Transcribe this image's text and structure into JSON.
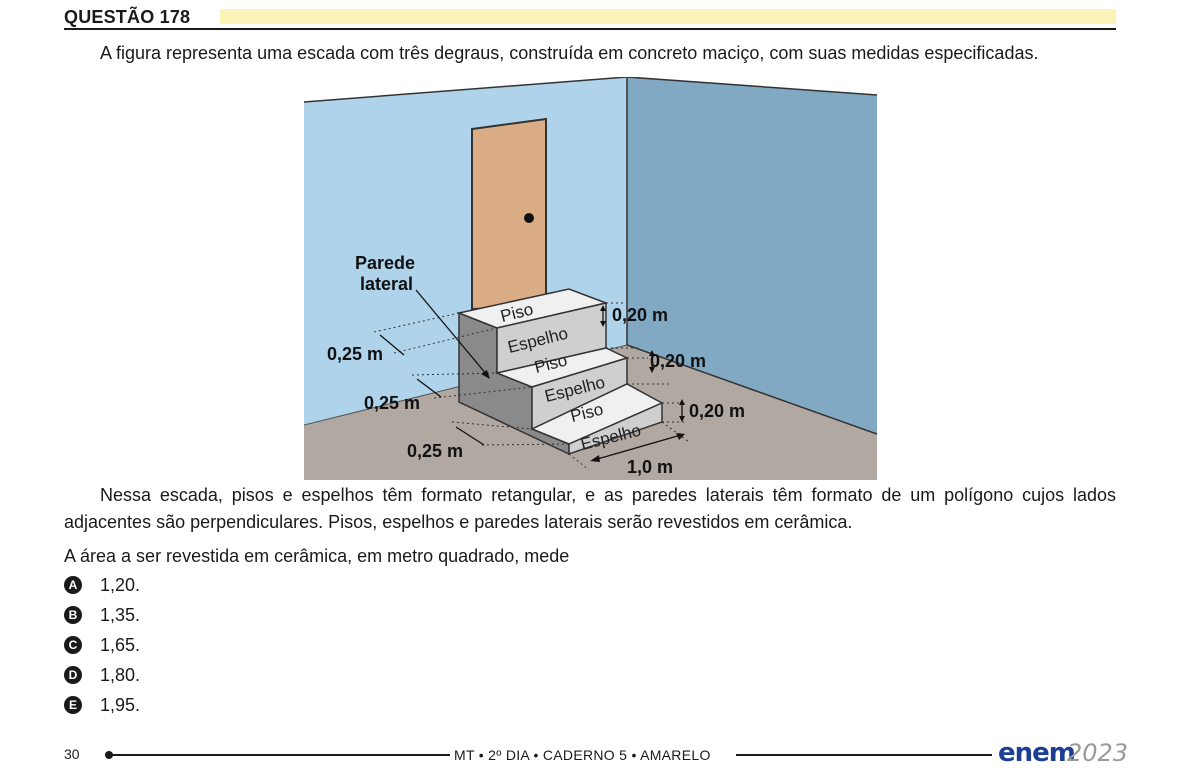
{
  "question": {
    "label": "QUESTÃO 178"
  },
  "intro": "A figura representa uma escada com três degraus, construída em concreto maciço, com suas medidas especificadas.",
  "figure": {
    "wall_label_line1": "Parede",
    "wall_label_line2": "lateral",
    "piso": "Piso",
    "espelho": "Espelho",
    "riser_height": "0,20 m",
    "tread_depth": "0,25 m",
    "width": "1,0 m",
    "colors": {
      "left_wall": "#aed3ea",
      "right_wall": "#81a9c4",
      "floor": "#b2a8a2",
      "door": "#dbad86",
      "step_top": "#f0f0f0",
      "step_front": "#cfcfcf",
      "step_side": "#8a8a8a"
    }
  },
  "after": "Nessa escada, pisos e espelhos têm formato retangular, e as paredes laterais têm formato de um polígono cujos lados adjacentes são perpendiculares. Pisos, espelhos e paredes laterais serão revestidos em cerâmica.",
  "prompt": "A área a ser revestida em cerâmica, em metro quadrado, mede",
  "options": [
    {
      "letter": "A",
      "text": "1,20."
    },
    {
      "letter": "B",
      "text": "1,35."
    },
    {
      "letter": "C",
      "text": "1,65."
    },
    {
      "letter": "D",
      "text": "1,80."
    },
    {
      "letter": "E",
      "text": "1,95."
    }
  ],
  "footer": {
    "page": "30",
    "center": "MT • 2º DIA • CADERNO 5 • AMARELO",
    "brand": "enem",
    "year": "2023"
  }
}
